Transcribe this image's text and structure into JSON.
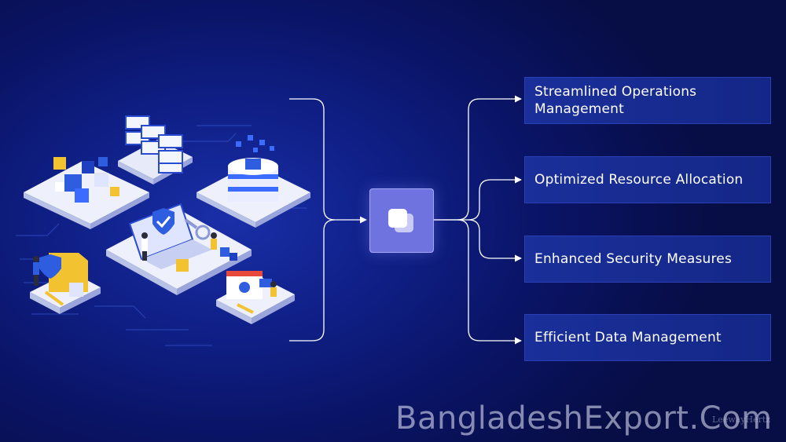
{
  "outputs": [
    {
      "label": "Streamlined Operations Management"
    },
    {
      "label": "Optimized Resource Allocation"
    },
    {
      "label": "Enhanced Security Measures"
    },
    {
      "label": "Efficient Data Management"
    }
  ],
  "watermark": "BangladeshExport.Com",
  "credit": "LeewayHertz",
  "colors": {
    "background": "#0a1466",
    "hub": "#6f73e0",
    "card": "#1a2f9a",
    "connector": "#ffffff",
    "accent_yellow": "#f2c230",
    "accent_blue": "#2f5de0"
  },
  "icons": [
    "hub-copy-icon",
    "shield-check-icon",
    "folder-lock-icon",
    "server-icon",
    "database-icon",
    "browser-window-icon"
  ]
}
